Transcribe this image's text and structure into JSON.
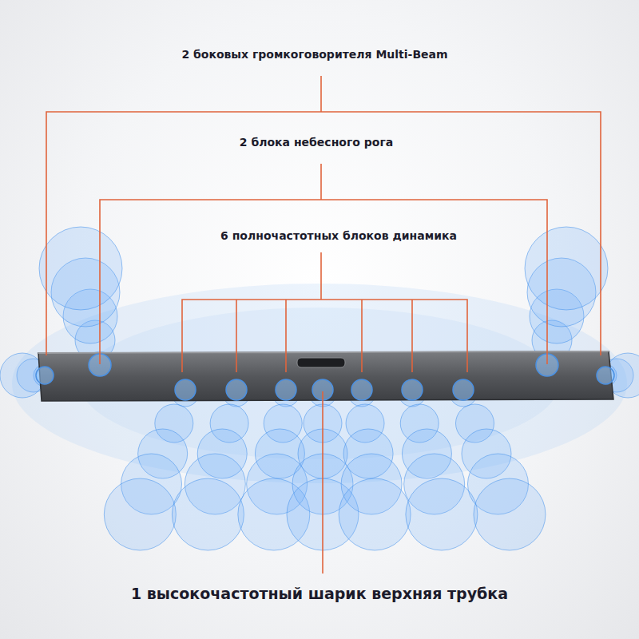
{
  "diagram": {
    "labels": [
      "2 боковых громкоговорителя Multi-Beam",
      "2 блока небесного рога",
      "6 полночастотных блоков динамика",
      "1 высокочастотный шарик верхняя трубка"
    ]
  }
}
